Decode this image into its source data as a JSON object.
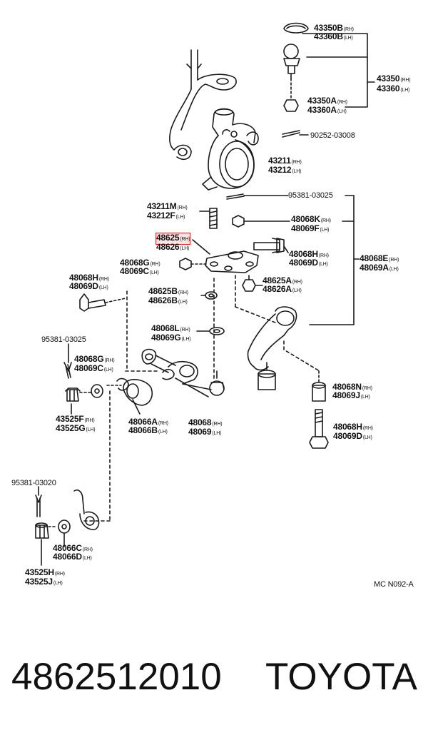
{
  "labels": {
    "l43350B": {
      "pn": "43350B",
      "sfx": "(RH)"
    },
    "l43360B": {
      "pn": "43360B",
      "sfx": "(LH)"
    },
    "l43350": {
      "pn": "43350",
      "sfx": "(RH)"
    },
    "l43360": {
      "pn": "43360",
      "sfx": "(LH)"
    },
    "l43350A": {
      "pn": "43350A",
      "sfx": "(RH)"
    },
    "l43360A": {
      "pn": "43360A",
      "sfx": "(LH)"
    },
    "l90252": {
      "pn": "90252-03008",
      "sfx": ""
    },
    "l43211": {
      "pn": "43211",
      "sfx": "(RH)"
    },
    "l43212": {
      "pn": "43212",
      "sfx": "(LH)"
    },
    "l95381a": {
      "pn": "95381-03025",
      "sfx": ""
    },
    "l43211M": {
      "pn": "43211M",
      "sfx": "(RH)"
    },
    "l43212F": {
      "pn": "43212F",
      "sfx": "(LH)"
    },
    "l48068K": {
      "pn": "48068K",
      "sfx": "(RH)"
    },
    "l48069F": {
      "pn": "48069F",
      "sfx": "(LH)"
    },
    "l48625": {
      "pn": "48625",
      "sfx": "(RH)"
    },
    "l48626": {
      "pn": "48626",
      "sfx": "(LH)"
    },
    "l48068H1": {
      "pn": "48068H",
      "sfx": "(RH)"
    },
    "l48069D1": {
      "pn": "48069D",
      "sfx": "(LH)"
    },
    "l48068E": {
      "pn": "48068E",
      "sfx": "(RH)"
    },
    "l48069A": {
      "pn": "48069A",
      "sfx": "(LH)"
    },
    "l48068G1": {
      "pn": "48068G",
      "sfx": "(RH)"
    },
    "l48069C1": {
      "pn": "48069C",
      "sfx": "(LH)"
    },
    "l48625A": {
      "pn": "48625A",
      "sfx": "(RH)"
    },
    "l48626A": {
      "pn": "48626A",
      "sfx": "(LH)"
    },
    "l48068H2": {
      "pn": "48068H",
      "sfx": "(RH)"
    },
    "l48069D2": {
      "pn": "48069D",
      "sfx": "(LH)"
    },
    "l48625B": {
      "pn": "48625B",
      "sfx": "(RH)"
    },
    "l48626B": {
      "pn": "48626B",
      "sfx": "(LH)"
    },
    "l48068L": {
      "pn": "48068L",
      "sfx": "(RH)"
    },
    "l48069G": {
      "pn": "48069G",
      "sfx": "(LH)"
    },
    "l95381b": {
      "pn": "95381-03025",
      "sfx": ""
    },
    "l48068G2": {
      "pn": "48068G",
      "sfx": "(RH)"
    },
    "l48069C2": {
      "pn": "48069C",
      "sfx": "(LH)"
    },
    "l48068N": {
      "pn": "48068N",
      "sfx": "(RH)"
    },
    "l48069J": {
      "pn": "48069J",
      "sfx": "(LH)"
    },
    "l43525F": {
      "pn": "43525F",
      "sfx": "(RH)"
    },
    "l43525G": {
      "pn": "43525G",
      "sfx": "(LH)"
    },
    "l48066A": {
      "pn": "48066A",
      "sfx": "(RH)"
    },
    "l48066B": {
      "pn": "48066B",
      "sfx": "(LH)"
    },
    "l48068": {
      "pn": "48068",
      "sfx": "(RH)"
    },
    "l48069": {
      "pn": "48069",
      "sfx": "(LH)"
    },
    "l48068H3": {
      "pn": "48068H",
      "sfx": "(RH)"
    },
    "l48069D3": {
      "pn": "48069D",
      "sfx": "(LH)"
    },
    "l95381c": {
      "pn": "95381-03020",
      "sfx": ""
    },
    "l48066C": {
      "pn": "48066C",
      "sfx": "(RH)"
    },
    "l48066D": {
      "pn": "48066D",
      "sfx": "(LH)"
    },
    "l43525H": {
      "pn": "43525H",
      "sfx": "(RH)"
    },
    "l43525J": {
      "pn": "43525J",
      "sfx": "(LH)"
    }
  },
  "diagram_code": "MC N092-A",
  "part_number": "4862512010",
  "brand": "TOYOTA",
  "colors": {
    "line": "#1a1a1a",
    "highlight": "#e03030",
    "highlight_fill": "#fde4e4"
  }
}
